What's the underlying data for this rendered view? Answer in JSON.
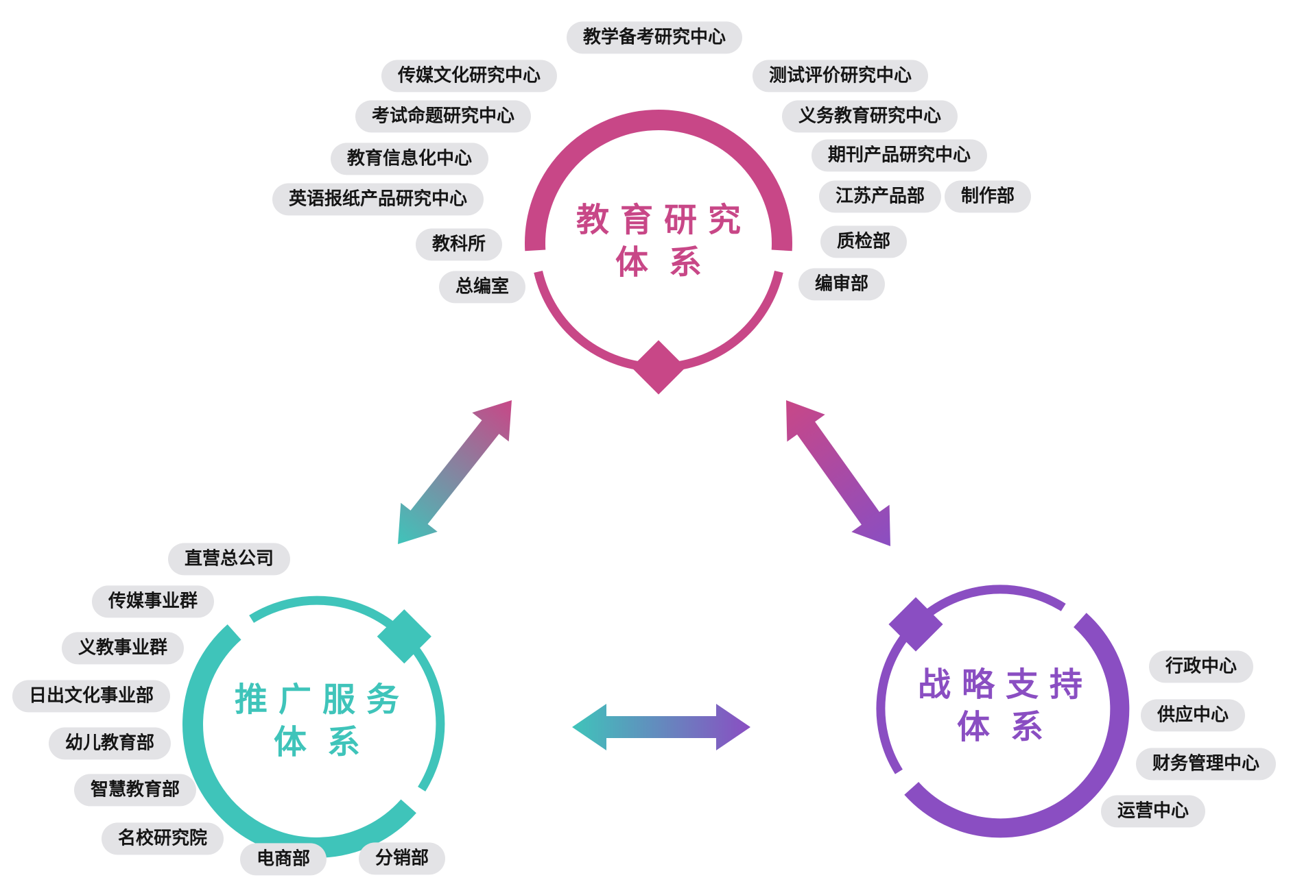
{
  "page": {
    "background": "#ffffff"
  },
  "clusters": {
    "education": {
      "title_line1": "教育研究",
      "title_line2": "体系",
      "color": "#c84787",
      "labels": [
        "教学备考研究中心",
        "传媒文化研究中心",
        "测试评价研究中心",
        "考试命题研究中心",
        "义务教育研究中心",
        "教育信息化中心",
        "期刊产品研究中心",
        "英语报纸产品研究中心",
        "江苏产品部",
        "制作部",
        "教科所",
        "质检部",
        "总编室",
        "编审部"
      ]
    },
    "promotion": {
      "title_line1": "推广服务",
      "title_line2": "体系",
      "color": "#3fc4ba",
      "labels": [
        "直营总公司",
        "传媒事业群",
        "义教事业群",
        "日出文化事业部",
        "幼儿教育部",
        "智慧教育部",
        "名校研究院",
        "电商部",
        "分销部"
      ]
    },
    "strategy": {
      "title_line1": "战略支持",
      "title_line2": "体系",
      "color": "#8a4ec2",
      "labels": [
        "行政中心",
        "供应中心",
        "财务管理中心",
        "运营中心"
      ]
    }
  },
  "connectors": [
    {
      "from": "education",
      "to": "promotion",
      "style": "double-headed-gradient-arrow"
    },
    {
      "from": "education",
      "to": "strategy",
      "style": "double-headed-gradient-arrow"
    },
    {
      "from": "promotion",
      "to": "strategy",
      "style": "double-headed-gradient-arrow"
    }
  ]
}
